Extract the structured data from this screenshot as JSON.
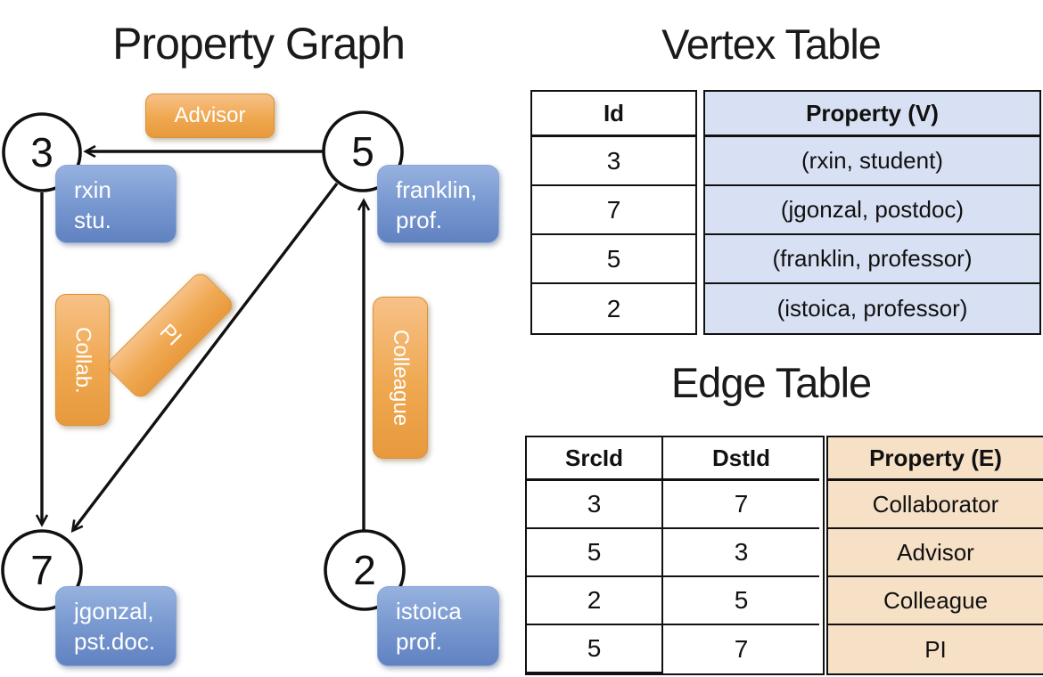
{
  "graph": {
    "title": "Property Graph",
    "nodes": [
      {
        "id": "3"
      },
      {
        "id": "5"
      },
      {
        "id": "7"
      },
      {
        "id": "2"
      }
    ],
    "edge_labels": [
      {
        "text": "Advisor"
      },
      {
        "text": "Collab."
      },
      {
        "text": "PI"
      },
      {
        "text": "Colleague"
      }
    ],
    "vertex_boxes": [
      {
        "line1": "rxin",
        "line2": "stu."
      },
      {
        "line1": "franklin,",
        "line2": "prof."
      },
      {
        "line1": "jgonzal,",
        "line2": "pst.doc."
      },
      {
        "line1": "istoica",
        "line2": "prof."
      }
    ]
  },
  "vertex_table": {
    "title": "Vertex Table",
    "headers": [
      "Id",
      "Property (V)"
    ],
    "rows": [
      [
        "3",
        "(rxin, student)"
      ],
      [
        "7",
        "(jgonzal, postdoc)"
      ],
      [
        "5",
        "(franklin, professor)"
      ],
      [
        "2",
        "(istoica, professor)"
      ]
    ]
  },
  "edge_table": {
    "title": "Edge Table",
    "headers": [
      "SrcId",
      "DstId",
      "Property (E)"
    ],
    "rows": [
      [
        "3",
        "7",
        "Collaborator"
      ],
      [
        "5",
        "3",
        "Advisor"
      ],
      [
        "2",
        "5",
        "Colleague"
      ],
      [
        "5",
        "7",
        "PI"
      ]
    ]
  },
  "colors": {
    "edge_label_orange": "#efa850",
    "vertex_box_blue": "#7a9ad1",
    "vertex_table_fill": "#d8e1f3",
    "edge_table_fill": "#f6e0c6",
    "line_black": "#111111"
  }
}
